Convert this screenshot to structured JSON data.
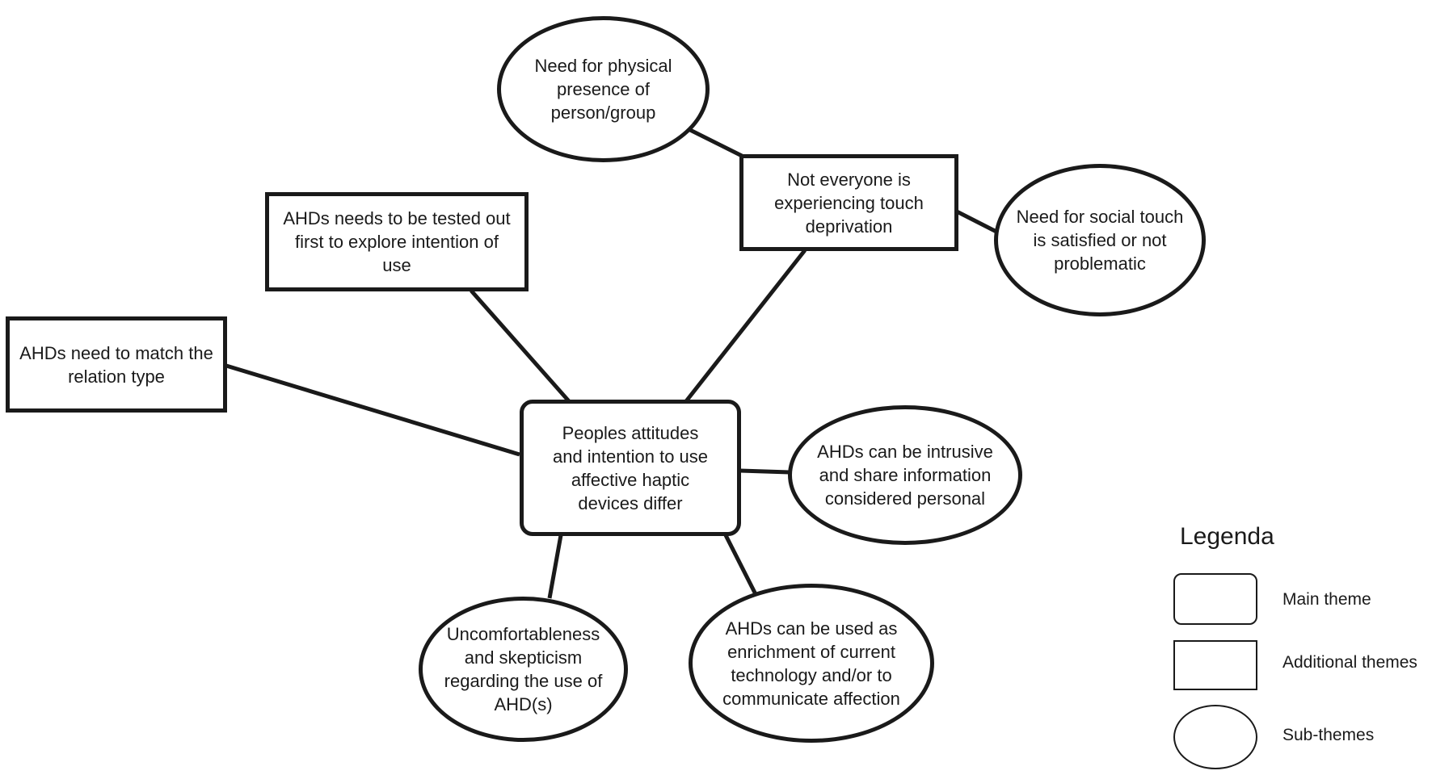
{
  "diagram": {
    "nodes": {
      "main": {
        "type": "main-theme",
        "text": "Peoples attitudes\nand intention to use\naffective haptic\ndevices differ"
      },
      "physical": {
        "type": "sub-theme",
        "text": "Need for physical\npresence of\nperson/group"
      },
      "not_everyone": {
        "type": "additional-theme",
        "text": "Not everyone is\nexperiencing touch\ndeprivation"
      },
      "social_touch": {
        "type": "sub-theme",
        "text": "Need for social touch\nis satisfied or not\nproblematic"
      },
      "tested": {
        "type": "additional-theme",
        "text": "AHDs needs to be tested out\nfirst to explore intention of\nuse"
      },
      "match": {
        "type": "additional-theme",
        "text": "AHDs need to match the\nrelation type"
      },
      "intrusive": {
        "type": "sub-theme",
        "text": "AHDs can be intrusive\nand share information\nconsidered personal"
      },
      "uncomfort": {
        "type": "sub-theme",
        "text": "Uncomfortableness\nand skepticism\nregarding the use of\nAHD(s)"
      },
      "enrichment": {
        "type": "sub-theme",
        "text": "AHDs can be used as\nenrichment of current\ntechnology and/or to\ncommunicate affection"
      }
    },
    "edges": [
      [
        "physical",
        "not_everyone"
      ],
      [
        "not_everyone",
        "social_touch"
      ],
      [
        "not_everyone",
        "main"
      ],
      [
        "tested",
        "main"
      ],
      [
        "match",
        "main"
      ],
      [
        "main",
        "intrusive"
      ],
      [
        "main",
        "uncomfort"
      ],
      [
        "main",
        "enrichment"
      ]
    ],
    "colors": {
      "stroke": "#1a1a1a",
      "fill": "#ffffff"
    }
  },
  "legend": {
    "title": "Legenda",
    "items": [
      {
        "shape": "rounded-rectangle",
        "label": "Main theme"
      },
      {
        "shape": "rectangle",
        "label": "Additional themes"
      },
      {
        "shape": "ellipse",
        "label": "Sub-themes"
      }
    ]
  }
}
